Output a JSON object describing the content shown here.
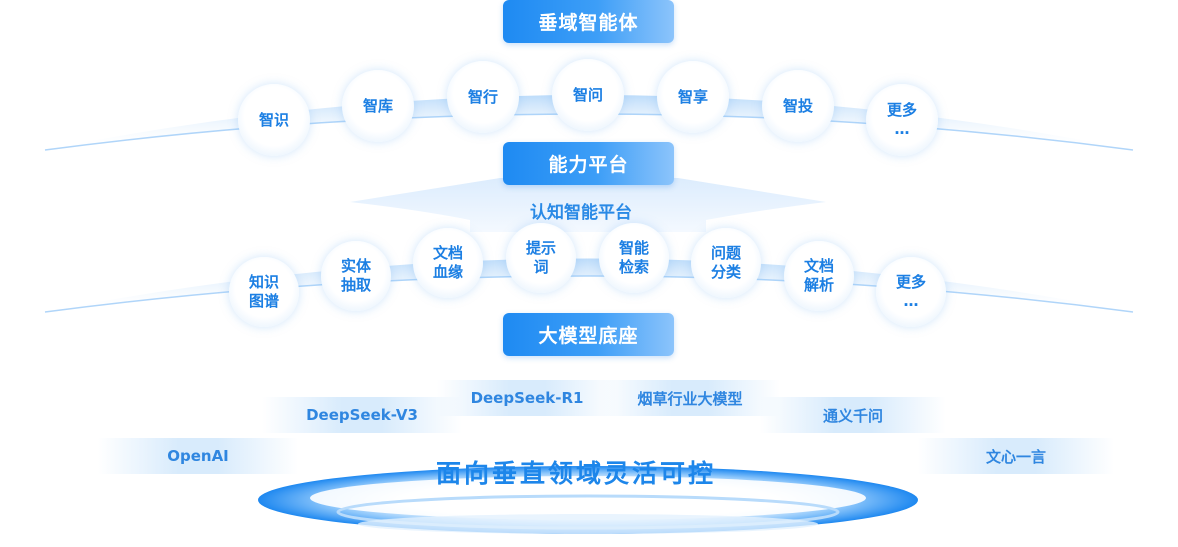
{
  "top_layer": {
    "title": "垂域智能体",
    "agents": [
      "智识",
      "智库",
      "智行",
      "智问",
      "智享",
      "智投",
      "更多\n…"
    ]
  },
  "middle_layer": {
    "title": "能力平台",
    "subtitle": "认知智能平台",
    "capabilities": [
      "知识\n图谱",
      "实体\n抽取",
      "文档\n血缘",
      "提示\n词",
      "智能\n检索",
      "问题\n分类",
      "文档\n解析",
      "更多\n…"
    ]
  },
  "bottom_layer": {
    "title": "大模型底座",
    "models": {
      "deepseek_r1": "DeepSeek-R1",
      "tobacco_model": "烟草行业大模型",
      "deepseek_v3": "DeepSeek-V3",
      "tongyi": "通义千问",
      "openai": "OpenAI",
      "wenxin": "文心一言"
    },
    "slogan": "面向垂直领域灵活可控"
  },
  "colors": {
    "primary": "#1e8af2",
    "text_blue": "#1c7fe3",
    "light_blue": "#d6eafc"
  }
}
